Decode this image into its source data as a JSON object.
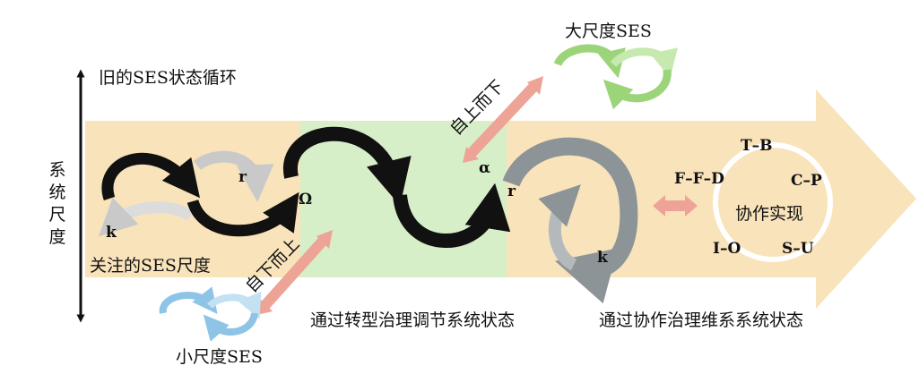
{
  "title_old_cycle": "旧的SES状态循环",
  "axis_label": "系统尺度",
  "focal_scale": "关注的SES尺度",
  "large_ses": "大尺度SES",
  "small_ses": "小尺度SES",
  "top_down": "自上而下",
  "bottom_up": "自下而上",
  "transform_caption": "通过转型治理调节系统状态",
  "collab_caption": "通过协作治理维系系统状态",
  "collab_center": "协作实现",
  "phases": {
    "r1": "r",
    "k1": "k",
    "omega": "Ω",
    "alpha": "α",
    "r2": "r",
    "k2": "k"
  },
  "pairs": [
    "T–B",
    "C–P",
    "S–U",
    "I–O",
    "F–F–D"
  ],
  "colors": {
    "band": "#f9e3bb",
    "transition": "#d7efc9",
    "pink_arrow": "#eda497",
    "green_loop": "#9bd479",
    "blue_loop": "#8ec4e6",
    "gray_loop": "#8c9497",
    "black_loop": "#111111"
  }
}
